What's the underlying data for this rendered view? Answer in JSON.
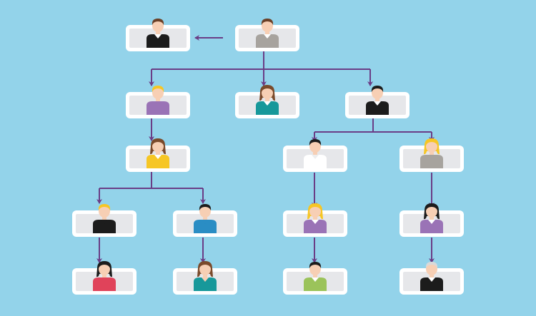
{
  "colors": {
    "background": "#93d3ea",
    "connector": "#6a3d86",
    "card": "#ffffff",
    "card_inner": "#e6e7ea",
    "skin": "#f7cfb4"
  },
  "people": [
    {
      "role": "manager-left",
      "hair": "#6b4027",
      "shirt": "#1c1c1c",
      "collar": "#ffffff",
      "long_hair": false
    },
    {
      "role": "ceo",
      "hair": "#6b4027",
      "shirt": "#a7a39e",
      "collar": "#ffffff",
      "long_hair": false
    },
    {
      "role": "branch-a",
      "hair": "#f6c624",
      "shirt": "#9a73b6",
      "collar": "#9a73b6",
      "long_hair": false
    },
    {
      "role": "branch-b",
      "hair": "#7a4a2b",
      "shirt": "#17989a",
      "collar": "#ffffff",
      "long_hair": true
    },
    {
      "role": "branch-c",
      "hair": "#1c1c1c",
      "shirt": "#1c1c1c",
      "collar": "#ffffff",
      "long_hair": false
    },
    {
      "role": "a-sub",
      "hair": "#7a4a2b",
      "shirt": "#f6c624",
      "collar": "#ffffff",
      "long_hair": true
    },
    {
      "role": "c-sub-1",
      "hair": "#1c1c1c",
      "shirt": "#ffffff",
      "collar": "#eeeeee",
      "long_hair": false
    },
    {
      "role": "c-sub-2",
      "hair": "#f6c624",
      "shirt": "#a7a39e",
      "collar": "#a7a39e",
      "long_hair": true
    },
    {
      "role": "a-sub-1",
      "hair": "#f6c624",
      "shirt": "#1c1c1c",
      "collar": "#1c1c1c",
      "long_hair": false
    },
    {
      "role": "a-sub-2",
      "hair": "#1c1c1c",
      "shirt": "#2a8dc4",
      "collar": "#2a8dc4",
      "long_hair": false
    },
    {
      "role": "c-sub-1-1",
      "hair": "#f6c624",
      "shirt": "#9a73b6",
      "collar": "#ffffff",
      "long_hair": true
    },
    {
      "role": "c-sub-2-1",
      "hair": "#1c1c1c",
      "shirt": "#9a73b6",
      "collar": "#ffffff",
      "long_hair": true
    },
    {
      "role": "a-sub-1-1",
      "hair": "#1c1c1c",
      "shirt": "#e0435a",
      "collar": "#e0435a",
      "long_hair": true
    },
    {
      "role": "a-sub-2-1",
      "hair": "#7a4a2b",
      "shirt": "#17989a",
      "collar": "#f7cfb4",
      "long_hair": true
    },
    {
      "role": "c-sub-1-1-1",
      "hair": "#1c1c1c",
      "shirt": "#9bc35a",
      "collar": "#ffffff",
      "long_hair": false
    },
    {
      "role": "c-sub-2-1-1",
      "hair": "#d9d9d9",
      "shirt": "#1c1c1c",
      "collar": "#ffffff",
      "long_hair": false
    }
  ]
}
